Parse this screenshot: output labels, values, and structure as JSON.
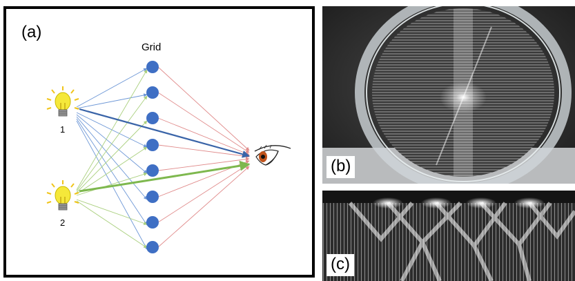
{
  "panel_a": {
    "label": "(a)",
    "grid_label": "Grid",
    "source_1_label": "1",
    "source_2_label": "2"
  },
  "panel_b": {
    "label": "(b)"
  },
  "panel_c": {
    "label": "(c)"
  },
  "colors": {
    "grid_node": "#3f6fc4",
    "ray_red": "#e08a8a",
    "ray_blue": "#6d97d6",
    "ray_green": "#a9cf7d",
    "ray_blue_strong": "#3a64a8",
    "ray_green_strong": "#7eb84e",
    "bulb": "#f5e83a"
  },
  "icons": [
    "light-bulb-icon",
    "eye-icon"
  ]
}
